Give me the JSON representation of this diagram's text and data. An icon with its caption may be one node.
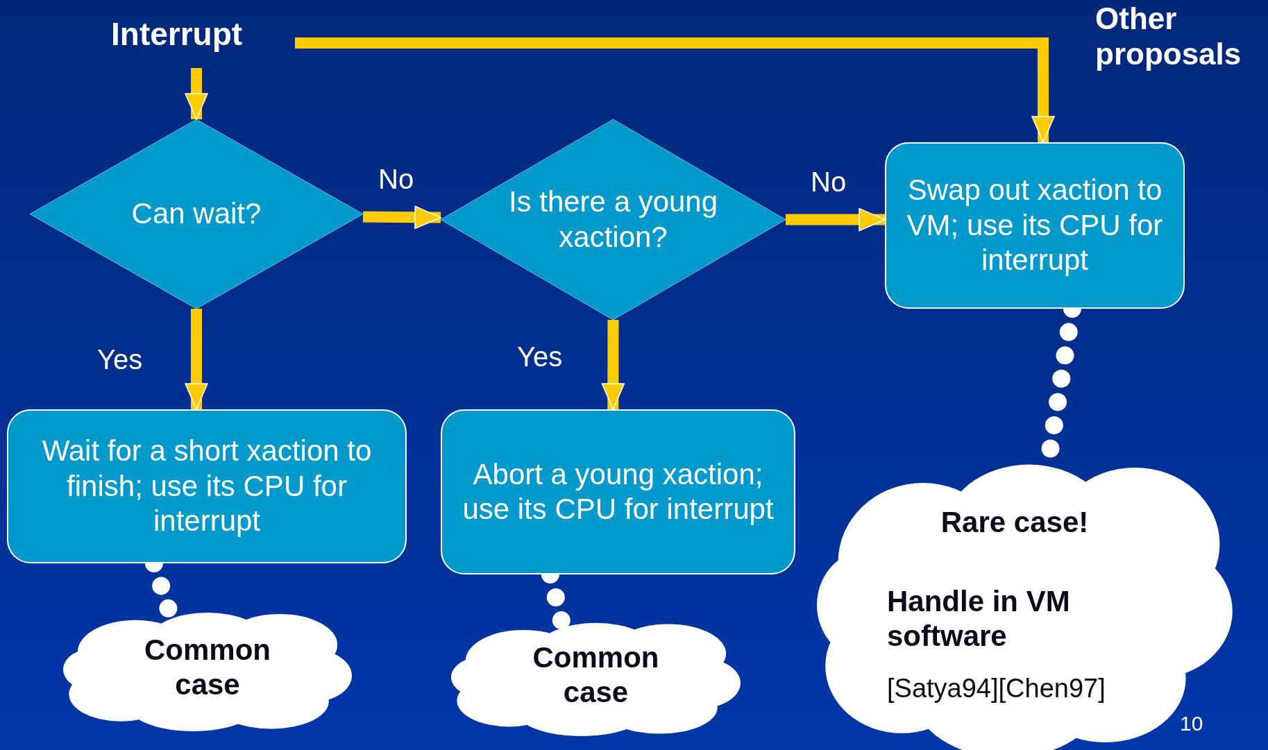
{
  "diagram": {
    "nodes": [
      {
        "text": [
          "Interrupt"
        ]
      },
      {
        "text": [
          "Can wait?"
        ]
      },
      {
        "text": [
          "Is there a young xaction?"
        ]
      },
      {
        "text": [
          "Swap out xaction to VM; use its CPU for interrupt"
        ]
      },
      {
        "text": [
          "Wait for a short xaction to finish; use its CPU for interrupt"
        ]
      },
      {
        "text": [
          "Abort a young xaction; use its CPU for interrupt"
        ]
      },
      {
        "text": [
          "Common case"
        ]
      },
      {
        "text": [
          "Common case"
        ]
      },
      {
        "text": [
          "Rare case!",
          "Handle in VM software",
          "[Satya94][Chen97]"
        ]
      }
    ],
    "edges": [
      {
        "from": 0,
        "to": 1,
        "arrow": "to"
      },
      {
        "from": 0,
        "to": 3,
        "arrow": "to"
      },
      {
        "from": 1,
        "to": 2,
        "arrow": "to",
        "label": "No"
      },
      {
        "from": 2,
        "to": 3,
        "arrow": "to",
        "label": "No"
      },
      {
        "from": 1,
        "to": 4,
        "arrow": "to",
        "label": "Yes"
      },
      {
        "from": 2,
        "to": 5,
        "arrow": "to",
        "label": "Yes"
      },
      {
        "from": 4,
        "to": 6,
        "arrow": "none",
        "style": "dashed",
        "color": "#ffffff"
      },
      {
        "from": 5,
        "to": 7,
        "arrow": "none",
        "style": "dashed",
        "color": "#ffffff"
      },
      {
        "from": 3,
        "to": 8,
        "arrow": "none",
        "style": "dashed",
        "color": "#ffffff"
      }
    ],
    "labels": [
      "Other proposals",
      "10"
    ]
  }
}
